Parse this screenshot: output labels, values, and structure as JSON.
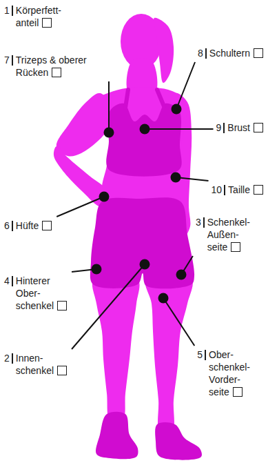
{
  "diagram": {
    "labels": [
      "1",
      "Körperfett- anteil",
      "7",
      "Trizeps & oberer Rücken",
      "8",
      "Schultern",
      "9",
      "Brust",
      "10",
      "Taille",
      "6",
      "Hüfte",
      "3",
      "Schenkel- Außen- seite",
      "4",
      "Hinterer Ober- schenkel",
      "5",
      "Ober- schenkel- Vorder- seite",
      "2",
      "Innen- schenkel"
    ]
  }
}
